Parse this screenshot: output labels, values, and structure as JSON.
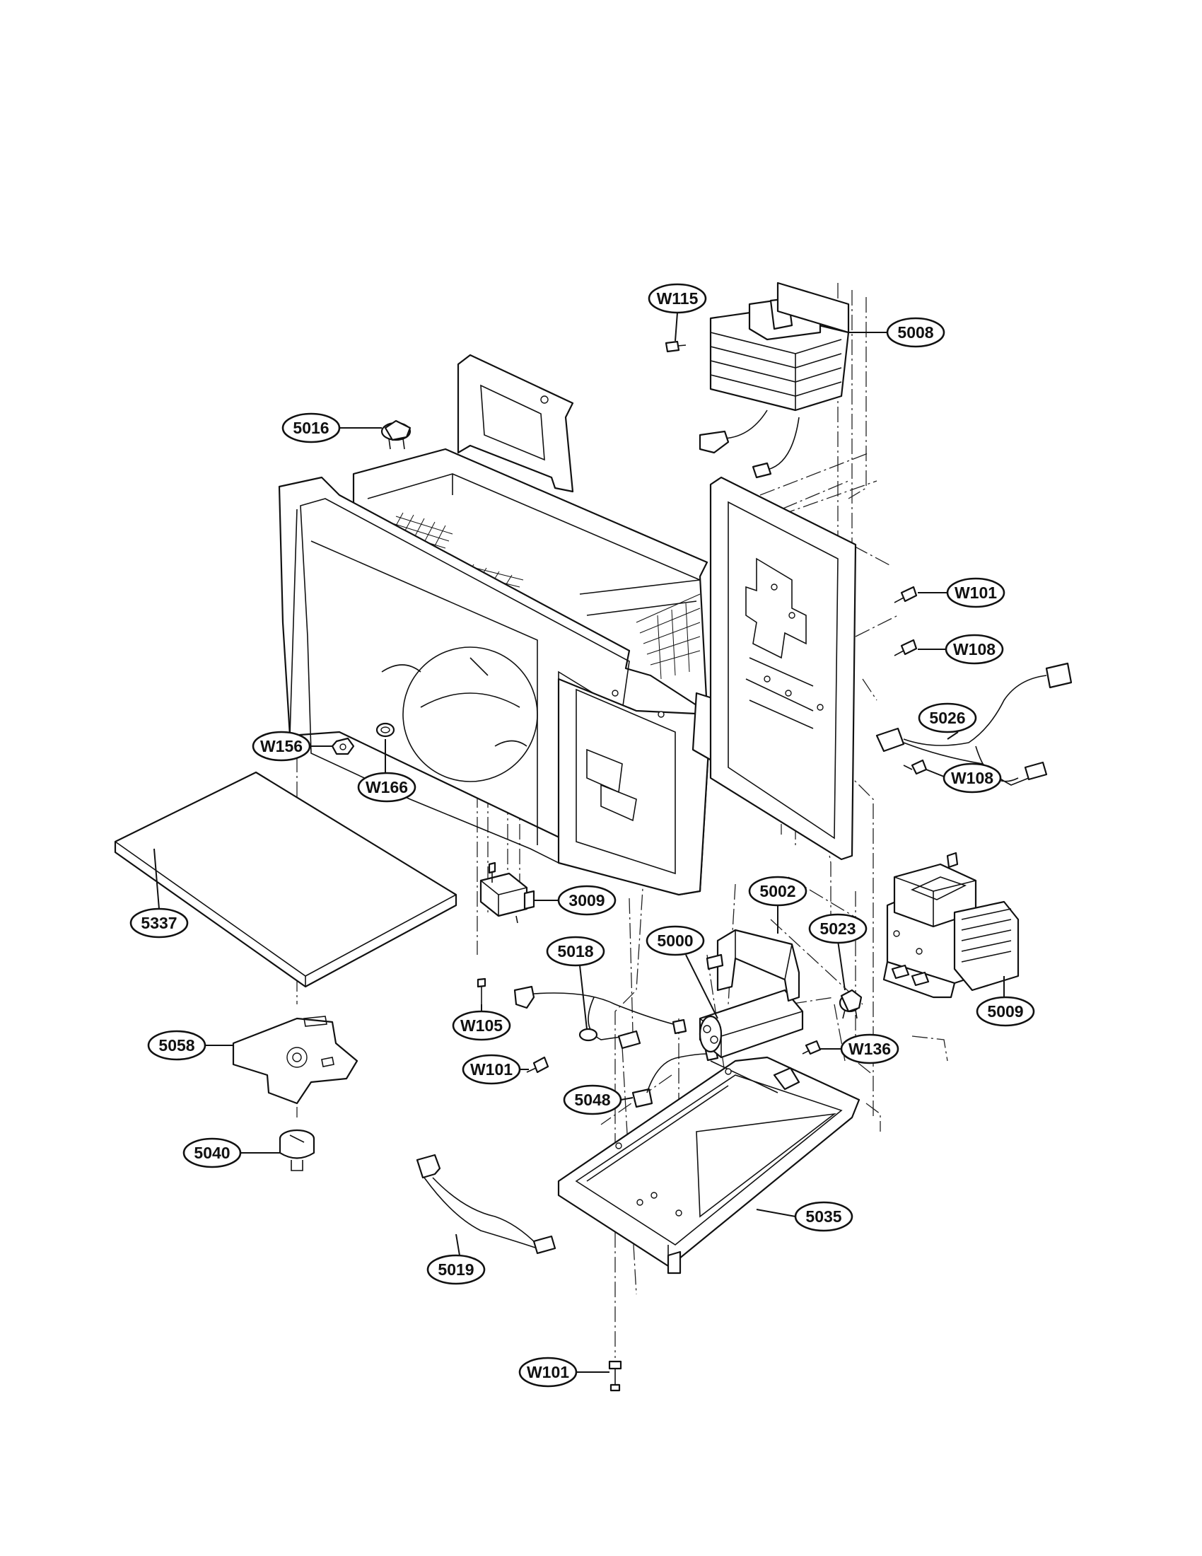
{
  "callouts": [
    {
      "id": "W115"
    },
    {
      "id": "5008"
    },
    {
      "id": "5016"
    },
    {
      "id": "W101"
    },
    {
      "id": "W108"
    },
    {
      "id": "5026"
    },
    {
      "id": "W156"
    },
    {
      "id": "W166"
    },
    {
      "id": "W108"
    },
    {
      "id": "5337"
    },
    {
      "id": "3009"
    },
    {
      "id": "5002"
    },
    {
      "id": "5000"
    },
    {
      "id": "5023"
    },
    {
      "id": "5018"
    },
    {
      "id": "5009"
    },
    {
      "id": "W105"
    },
    {
      "id": "5058"
    },
    {
      "id": "W136"
    },
    {
      "id": "W101"
    },
    {
      "id": "5048"
    },
    {
      "id": "5040"
    },
    {
      "id": "5035"
    },
    {
      "id": "5019"
    },
    {
      "id": "W101"
    }
  ]
}
